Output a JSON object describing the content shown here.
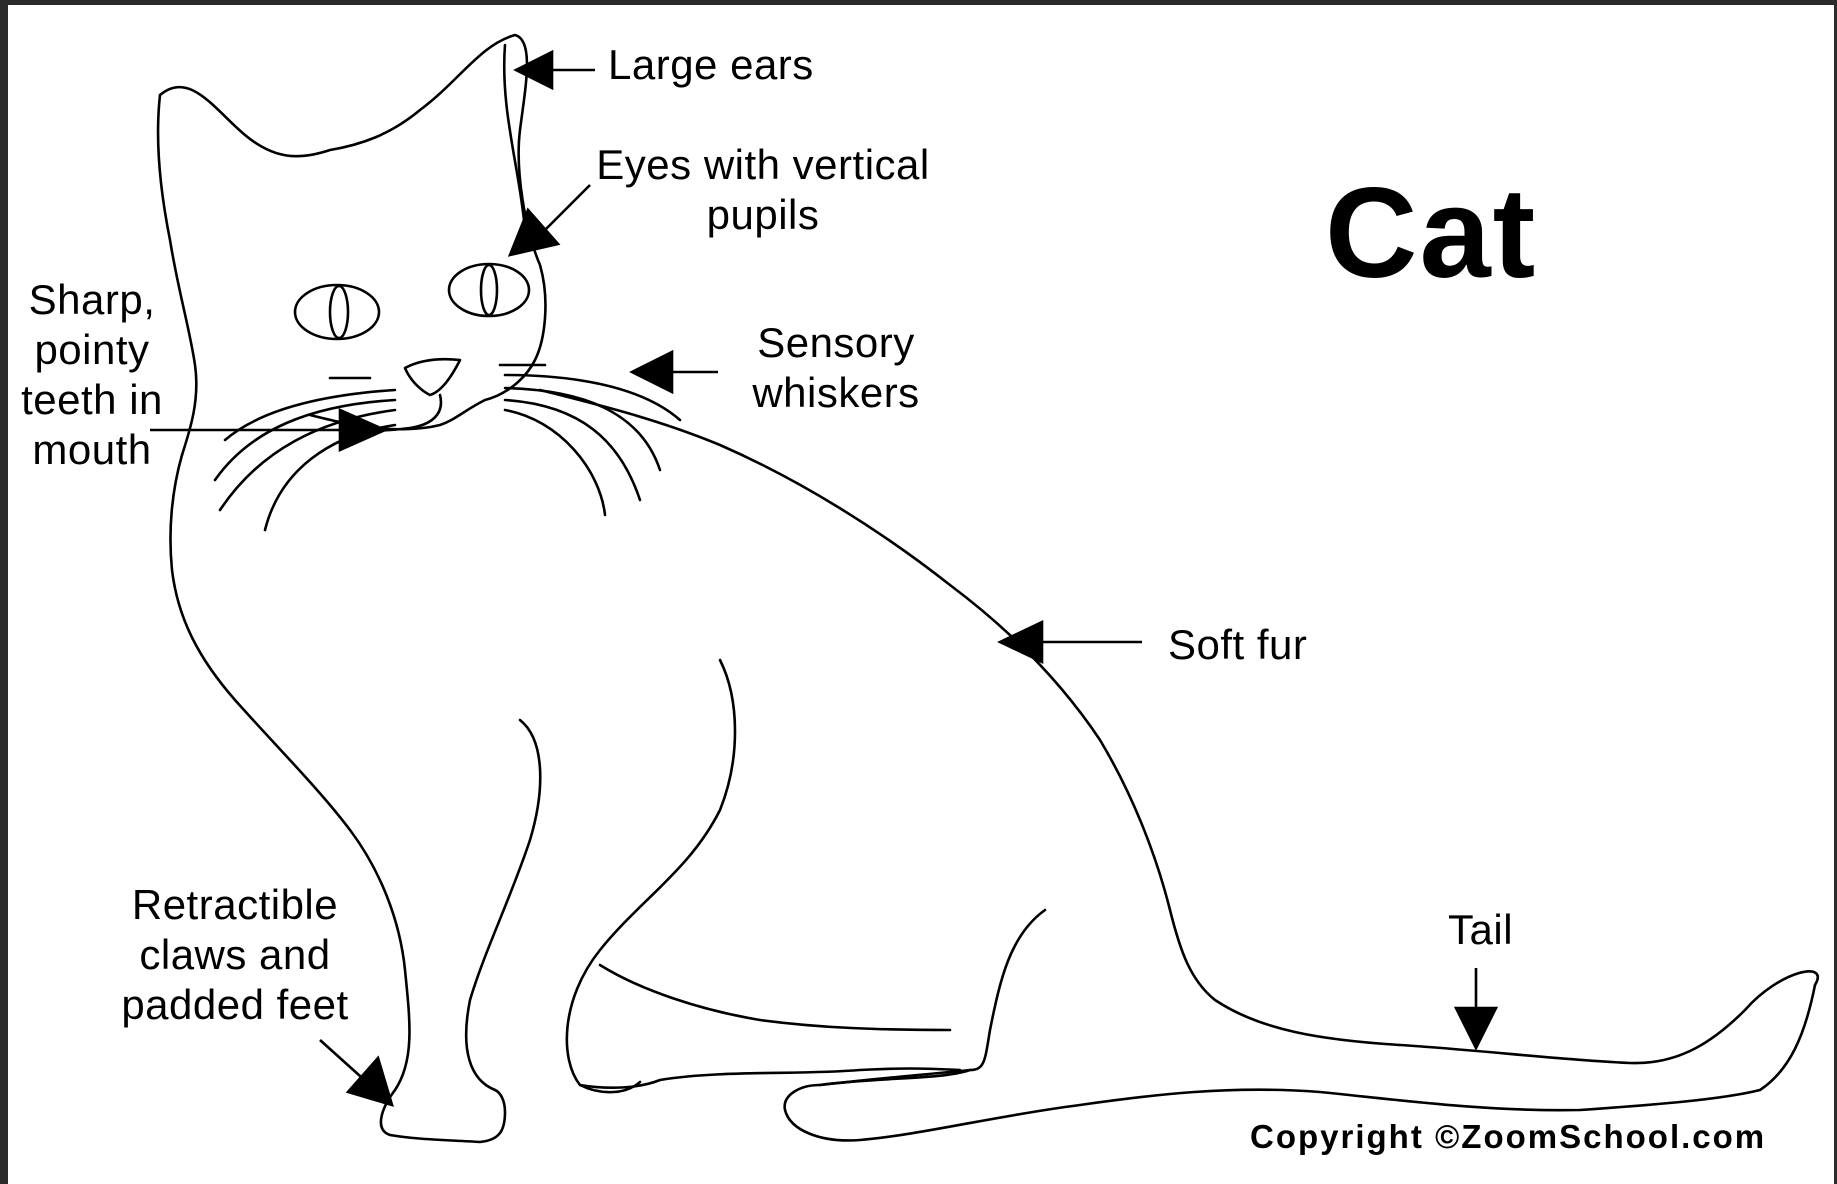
{
  "title": "Cat",
  "labels": {
    "large_ears": "Large ears",
    "eyes": "Eyes with vertical\npupils",
    "teeth": "Sharp,\npointy\nteeth in\nmouth",
    "whiskers": "Sensory\nwhiskers",
    "fur": "Soft fur",
    "claws": "Retractible\nclaws and\npadded feet",
    "tail": "Tail"
  },
  "copyright": "Copyright ©ZoomSchool.com"
}
